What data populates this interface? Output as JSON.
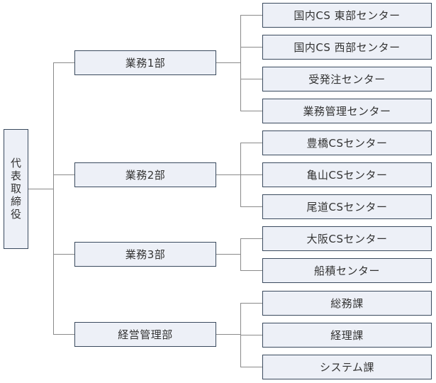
{
  "root": {
    "label": "代表取締役"
  },
  "colors": {
    "box_fill": "#edf0f7",
    "box_border": "#3a4a5e",
    "connector": "#8a8a8a",
    "text": "#333333"
  },
  "departments": [
    {
      "label": "業務1部",
      "units": [
        "国内CS 東部センター",
        "国内CS 西部センター",
        "受発注センター",
        "業務管理センター"
      ]
    },
    {
      "label": "業務2部",
      "units": [
        "豊橋CSセンター",
        "亀山CSセンター",
        "尾道CSセンター"
      ]
    },
    {
      "label": "業務3部",
      "units": [
        "大阪CSセンター",
        "船積センター"
      ]
    },
    {
      "label": "経営管理部",
      "units": [
        "総務課",
        "経理課",
        "システム課"
      ]
    }
  ]
}
